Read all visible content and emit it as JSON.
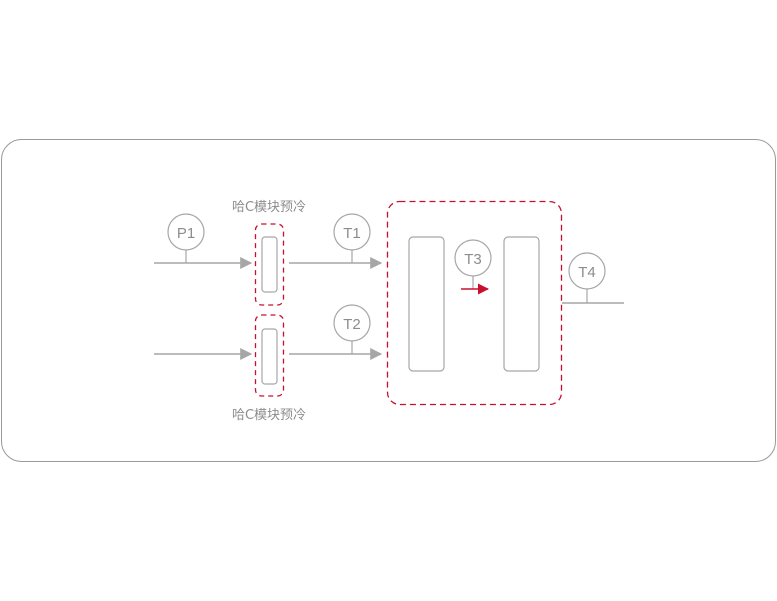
{
  "diagram": {
    "colors": {
      "line": "#a6a6a6",
      "frame": "#999999",
      "accent": "#c8102e",
      "text": "#8c8c8c"
    },
    "labels": {
      "precool_top": "哈C模块预冷",
      "precool_bottom": "哈C模块预冷"
    },
    "sensors": {
      "p1": "P1",
      "t1": "T1",
      "t2": "T2",
      "t3": "T3",
      "t4": "T4"
    },
    "icons": {
      "flow_arrow": "arrow-right-icon",
      "red_flow_arrow": "red-arrow-right-icon"
    }
  }
}
